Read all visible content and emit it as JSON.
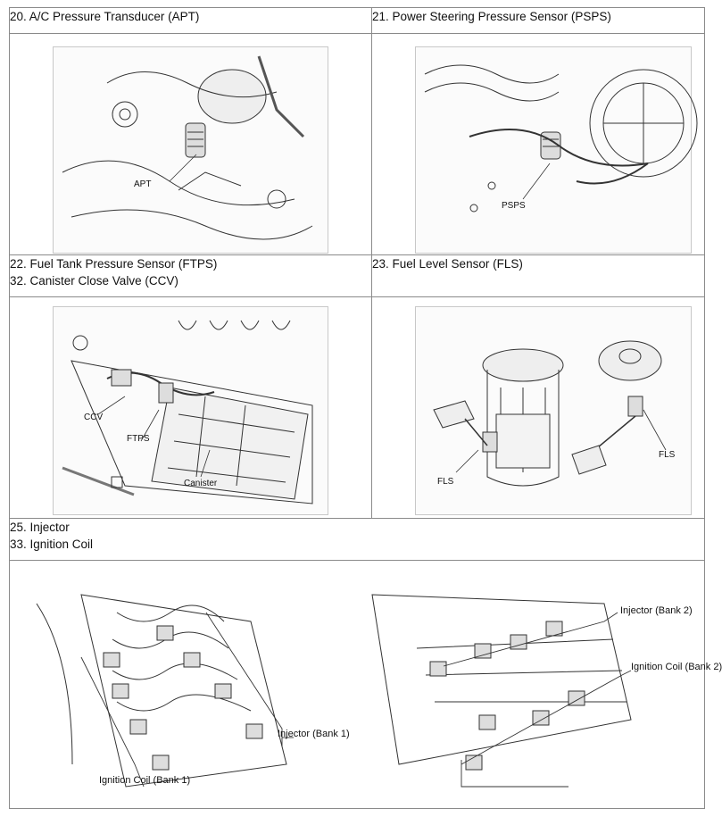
{
  "sections": {
    "apt": {
      "title": "20. A/C Pressure Transducer (APT)",
      "labels": {
        "apt": "APT"
      }
    },
    "psps": {
      "title": "21. Power Steering Pressure Sensor (PSPS)",
      "labels": {
        "psps": "PSPS"
      }
    },
    "ftps": {
      "title_line1": "22. Fuel Tank Pressure Sensor (FTPS)",
      "title_line2": "32. Canister Close Valve (CCV)",
      "labels": {
        "ccv": "CCV",
        "ftps": "FTPS",
        "canister": "Canister"
      }
    },
    "fls": {
      "title": "23. Fuel Level Sensor (FLS)",
      "labels": {
        "fls_left": "FLS",
        "fls_right": "FLS"
      }
    },
    "injector": {
      "title_line1": "25. Injector",
      "title_line2": "33. Ignition Coil",
      "labels": {
        "injector_bank1": "Injector (Bank 1)",
        "ignition_bank1": "Ignition Coil (Bank 1)",
        "injector_bank2": "Injector (Bank 2)",
        "ignition_bank2": "Ignition Coil (Bank 2)"
      }
    }
  }
}
